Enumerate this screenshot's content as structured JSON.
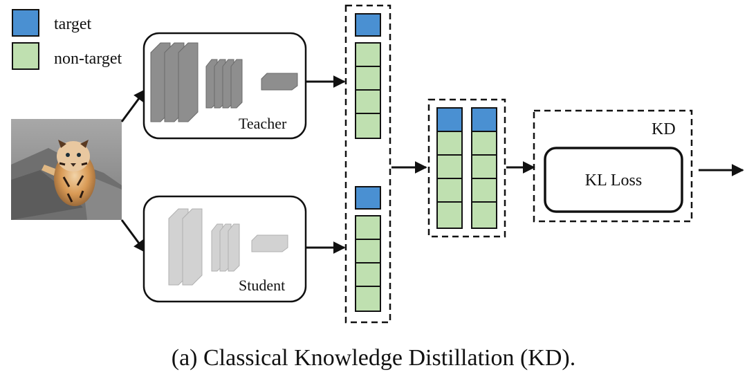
{
  "legend": {
    "items": [
      {
        "label": "target",
        "color": "#4a90d2"
      },
      {
        "label": "non-target",
        "color": "#bfe0b0"
      }
    ]
  },
  "teacher": {
    "label": "Teacher"
  },
  "student": {
    "label": "Student"
  },
  "kd": {
    "label": "KD",
    "loss_label": "KL Loss"
  },
  "caption": "(a) Classical Knowledge Distillation (KD).",
  "colors": {
    "target": "#4a90d2",
    "non_target": "#bfe0b0",
    "teacher_layers": "#8e8e8e",
    "student_layers": "#d2d2d2",
    "stroke": "#111111"
  },
  "icons": {
    "input_image": "tiger-cub-photo"
  }
}
